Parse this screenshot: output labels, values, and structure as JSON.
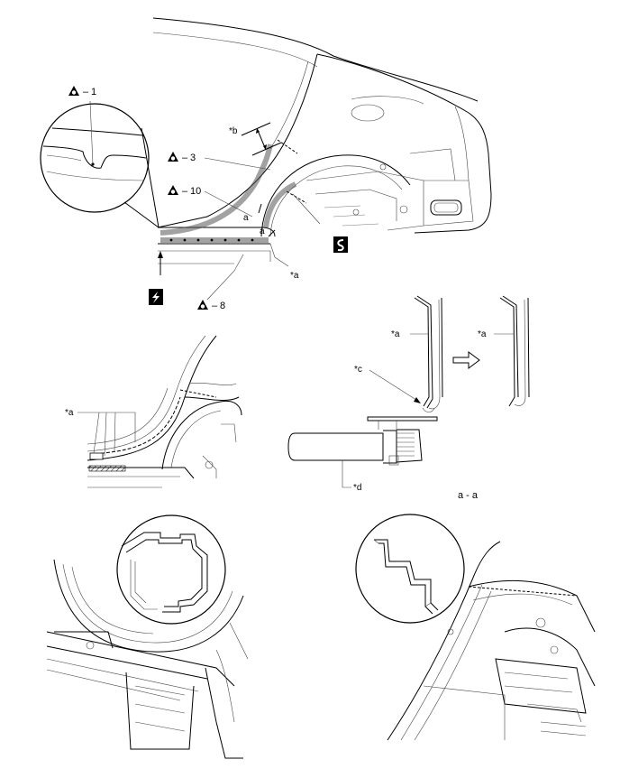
{
  "callouts": {
    "part_1": "1",
    "part_3": "3",
    "part_10": "10",
    "part_8": "8",
    "dash": "–"
  },
  "labels": {
    "a_star": "*a",
    "b_star": "*b",
    "c_star": "*c",
    "d_star": "*d",
    "section_a": "a",
    "section_aa": "a - a"
  },
  "icons": {
    "part_symbol": "sealer-triangle-icon",
    "weld_symbol": "lightning-weld-icon",
    "s_symbol": "s-curve-icon",
    "arrow": "right-arrow-icon"
  }
}
